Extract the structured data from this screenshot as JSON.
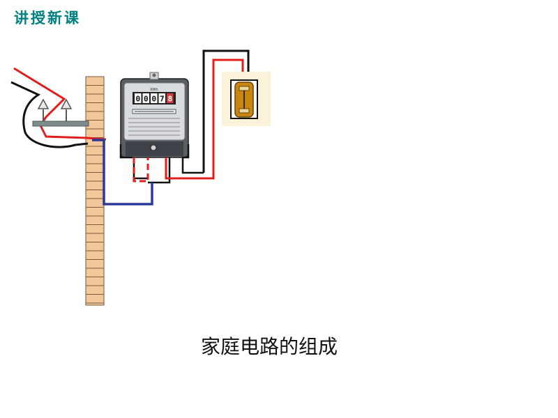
{
  "header": {
    "title": "讲授新课"
  },
  "caption": "家庭电路的组成",
  "colors": {
    "accent": "#008080",
    "live_wire": "#e11d1d",
    "neutral_wire": "#111111",
    "ground_wire": "#2b3a9a",
    "wall_brick": "#f2c79a",
    "meter_body": "#5a5f66",
    "fuse_box": "#c8860f"
  },
  "icons": {
    "arrows": "up-arrow-icon",
    "meter": "electric-meter-icon",
    "fuse": "fuse-box-icon"
  },
  "meter": {
    "digits": [
      "0",
      "0",
      "0",
      "7",
      "8"
    ]
  }
}
